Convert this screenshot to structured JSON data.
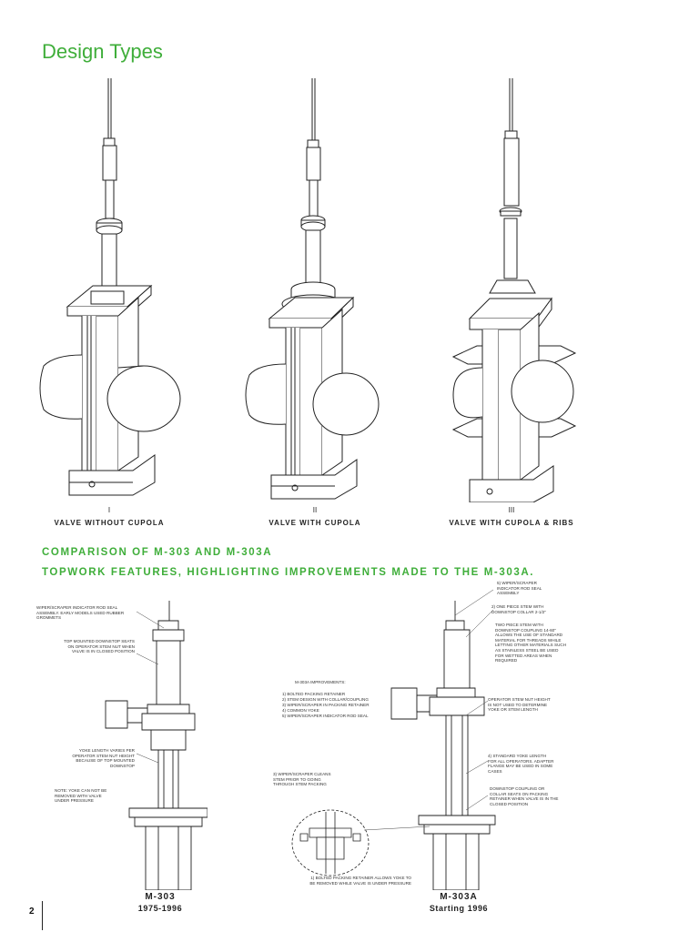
{
  "page": {
    "title": "Design Types",
    "page_number": "2"
  },
  "valves": [
    {
      "numeral": "I",
      "label": "VALVE WITHOUT CUPOLA"
    },
    {
      "numeral": "II",
      "label": "VALVE WITH CUPOLA"
    },
    {
      "numeral": "III",
      "label": "VALVE WITH CUPOLA & RIBS"
    }
  ],
  "comparison": {
    "heading_1": "COMPARISON OF M-303 AND M-303A",
    "heading_2": "TOPWORK FEATURES, HIGHLIGHTING IMPROVEMENTS MADE TO THE M-303A."
  },
  "m303": {
    "name": "M-303",
    "years": "1975-1996",
    "notes": {
      "wiper": "WIPER/SCRAPER INDICATOR ROD SEAL ASSEMBLY. EARLY MODELS USED RUBBER GROMMETS",
      "downstop": "TOP MOUNTED DOWNSTOP SEATS ON OPERATOR STEM NUT WHEN VALVE IS IN CLOSED POSITION",
      "yoke": "YOKE LENGTH VARIES PER OPERATOR STEM NUT HEIGHT BECAUSE OF TOP MOUNTED DOWNSTOP",
      "yoke_note": "NOTE: YOKE CAN NOT BE REMOVED with VALVE UNDER PRESSURE"
    }
  },
  "m303a": {
    "name": "M-303A",
    "years": "Starting 1996",
    "improvements_title": "M-303A IMPROVEMENTS:",
    "improvements": [
      "1) BOLTED PACKING RETAINER",
      "2) STEM DESIGN WITH COLLAR/COUPLING",
      "3) WIPER/SCRAPER IN PACKING RETAINER",
      "4) COMMON YOKE",
      "5) WIPER/SCRAPER INDICATOR ROD SEAL"
    ],
    "notes": {
      "n5": "5) WIPER/SCRAPER INDICATOR ROD SEAL ASSEMBLY",
      "n2": "2) ONE PIECE STEM WITH DOWNSTOP COLLAR 2-1/2\"",
      "n2b": "TWO PIECE STEM WITH DOWNSTOP COUPLING 14-60\" ALLOWS THE USE OF STANDARD MATERIAL FOR THREADS WHILE LETTING OTHER MATERIALS SUCH AS STAINLESS STEEL BE USED FOR WETTED AREAS WHEN REQUIRED",
      "op": "OPERATOR STEM NUT HEIGHT IS NOT USED TO DETERMINE YOKE OR STEM LENGTH",
      "n4": "4) STANDARD YOKE LENGTH FOR ALL OPERATORS. ADAPTER FLANGE MAY BE USED IN SOME CASES",
      "ds": "DOWNSTOP COUPLING OR COLLAR SEATS ON PACKING RETAINER WHEN VALVE IS IN THE CLOSED POSITION",
      "n3": "3) WIPER/SCRAPER CLEANS STEM PRIOR TO GOING THROUGH STEM PACKING",
      "n1": "1) BOLTED PACKING RETAINER ALLOWS YOKE TO BE REMOVED WHILE VALVE IS UNDER PRESSURE"
    }
  },
  "colors": {
    "accent": "#3fae3a",
    "ink": "#222222"
  }
}
